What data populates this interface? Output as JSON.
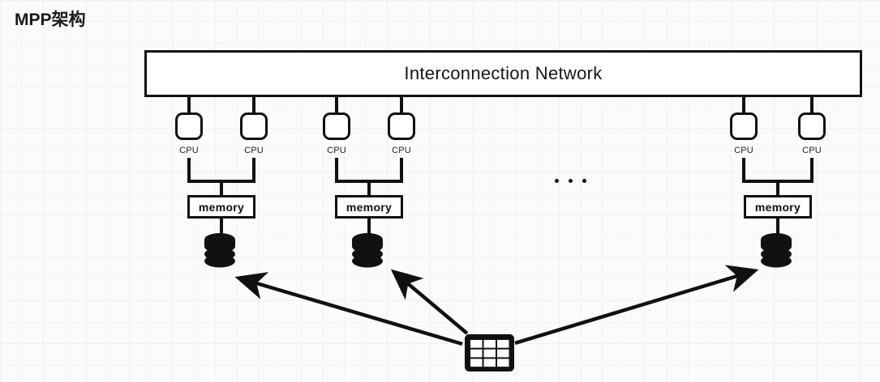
{
  "title": "MPP架构",
  "network": {
    "label": "Interconnection Network"
  },
  "nodes": [
    {
      "id": "node-1",
      "cpus": [
        {
          "label": "CPU"
        },
        {
          "label": "CPU"
        }
      ],
      "memory": {
        "label": "memory"
      },
      "storage": {
        "icon": "database-cylinder-icon"
      }
    },
    {
      "id": "node-2",
      "cpus": [
        {
          "label": "CPU"
        },
        {
          "label": "CPU"
        }
      ],
      "memory": {
        "label": "memory"
      },
      "storage": {
        "icon": "database-cylinder-icon"
      }
    },
    {
      "id": "node-n",
      "cpus": [
        {
          "label": "CPU"
        },
        {
          "label": "CPU"
        }
      ],
      "memory": {
        "label": "memory"
      },
      "storage": {
        "icon": "database-cylinder-icon"
      }
    }
  ],
  "ellipsis": {
    "icon": "horizontal-ellipsis-icon",
    "dots": 3
  },
  "data_source": {
    "icon": "table-grid-icon",
    "rows": 3,
    "cols": 3
  },
  "arrows": [
    {
      "name": "arrow-to-node-1",
      "from": "table-grid-icon",
      "to": "node-1-storage"
    },
    {
      "name": "arrow-to-node-2",
      "from": "table-grid-icon",
      "to": "node-2-storage"
    },
    {
      "name": "arrow-to-node-n",
      "from": "table-grid-icon",
      "to": "node-n-storage"
    }
  ],
  "colors": {
    "stroke": "#111111",
    "fill": "#ffffff",
    "background": "#fbfbfb",
    "grid_line": "#f0f0f0"
  }
}
